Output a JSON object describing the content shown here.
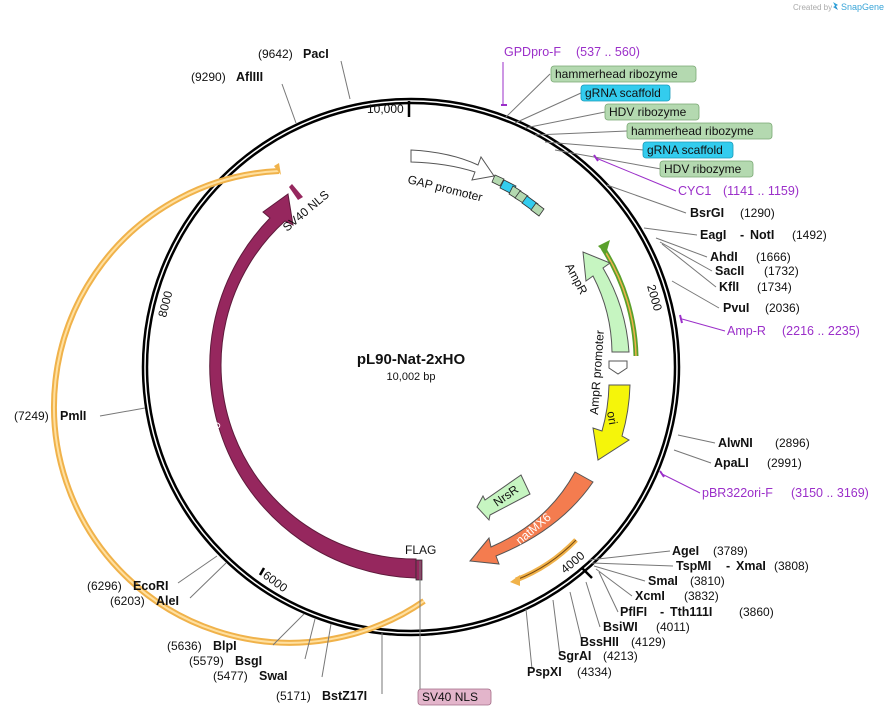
{
  "watermark": "Created by",
  "brand": "SnapGene",
  "plasmid": {
    "name": "pL90-Nat-2xHO",
    "size_label": "10,002 bp"
  },
  "ticks": [
    "10,000",
    "2000",
    "4000",
    "6000",
    "8000"
  ],
  "enzymes": {
    "paci": {
      "pos": "(9642)",
      "name": "PacI"
    },
    "aflii": {
      "pos": "(9290)",
      "name": "AflIII"
    },
    "bsrgi": {
      "name": "BsrGI",
      "pos": "(1290)"
    },
    "eagi": {
      "name": "EagI",
      "sep": "-",
      "name2": "NotI",
      "pos": "(1492)"
    },
    "ahdi": {
      "name": "AhdI",
      "pos": "(1666)"
    },
    "sacii": {
      "name": "SacII",
      "pos": "(1732)"
    },
    "kfli": {
      "name": "KflI",
      "pos": "(1734)"
    },
    "pvui": {
      "name": "PvuI",
      "pos": "(2036)"
    },
    "alwni": {
      "name": "AlwNI",
      "pos": "(2896)"
    },
    "apali": {
      "name": "ApaLI",
      "pos": "(2991)"
    },
    "agei": {
      "name": "AgeI",
      "pos": "(3789)"
    },
    "tspmi": {
      "name": "TspMI",
      "sep": "-",
      "name2": "XmaI",
      "pos": "(3808)"
    },
    "smai": {
      "name": "SmaI",
      "pos": "(3810)"
    },
    "xcmi": {
      "name": "XcmI",
      "pos": "(3832)"
    },
    "pflfi": {
      "name": "PflFI",
      "sep": "-",
      "name2": "Tth111I",
      "pos": "(3860)"
    },
    "bsiwi": {
      "name": "BsiWI",
      "pos": "(4011)"
    },
    "bsshii": {
      "name": "BssHII",
      "pos": "(4129)"
    },
    "sgrai": {
      "name": "SgrAI",
      "pos": "(4213)"
    },
    "pspxi": {
      "name": "PspXI",
      "pos": "(4334)"
    },
    "bstz17i": {
      "pos": "(5171)",
      "name": "BstZ17I"
    },
    "swai": {
      "pos": "(5477)",
      "name": "SwaI"
    },
    "bsgi": {
      "pos": "(5579)",
      "name": "BsgI"
    },
    "blpi": {
      "pos": "(5636)",
      "name": "BlpI"
    },
    "alei": {
      "pos": "(6203)",
      "name": "AleI"
    },
    "ecori": {
      "pos": "(6296)",
      "name": "EcoRI"
    },
    "pmli": {
      "pos": "(7249)",
      "name": "PmlI"
    }
  },
  "primers": {
    "gpdpro": {
      "name": "GPDpro-F",
      "range": "(537 .. 560)"
    },
    "cyc1": {
      "name": "CYC1",
      "range": "(1141 .. 1159)"
    },
    "ampr": {
      "name": "Amp-R",
      "range": "(2216 .. 2235)"
    },
    "pbr": {
      "name": "pBR322ori-F",
      "range": "(3150 .. 3169)"
    }
  },
  "feature_boxes": [
    {
      "label": "hammerhead ribozyme",
      "color": "#b4d9b0"
    },
    {
      "label": "gRNA scaffold",
      "color": "#33ccee"
    },
    {
      "label": "HDV ribozyme",
      "color": "#b4d9b0"
    },
    {
      "label": "hammerhead ribozyme",
      "color": "#b4d9b0"
    },
    {
      "label": "gRNA scaffold",
      "color": "#33ccee"
    },
    {
      "label": "HDV ribozyme",
      "color": "#b4d9b0"
    }
  ],
  "features": {
    "gap_promoter": "GAP promoter",
    "ampr": "AmpR",
    "ampr_promoter": "AmpR promoter",
    "ori": "ori",
    "nrsr": "NrsR",
    "natmx6": "natMX6",
    "flag": "FLAG",
    "cas9": "Cas9",
    "sv40_inner": "SV40 NLS",
    "sv40_bottom": "SV40 NLS"
  },
  "colors": {
    "cas9": "#96275e",
    "natmx6": "#f47c4f",
    "ampr": "#c6f5c1",
    "ori": "#f5f50a",
    "nrsr": "#c6f5c1",
    "orf_outline": "#f0b24a",
    "primer": "#9b2fc9"
  }
}
